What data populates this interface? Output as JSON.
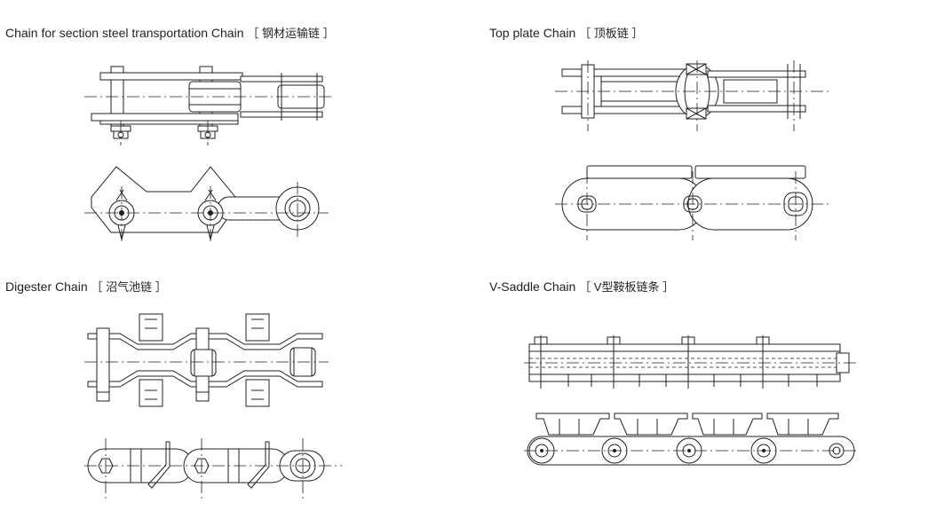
{
  "sections": [
    {
      "caption_en": "Chain for section steel transportation Chain",
      "caption_cn": "［ 钢材运输链 ］"
    },
    {
      "caption_en": "Top plate Chain",
      "caption_cn": "［ 顶板链 ］"
    },
    {
      "caption_en": "Digester Chain",
      "caption_cn": "［ 沼气池链 ］"
    },
    {
      "caption_en": "V-Saddle Chain",
      "caption_cn": "［ V型鞍板链条 ］"
    }
  ]
}
